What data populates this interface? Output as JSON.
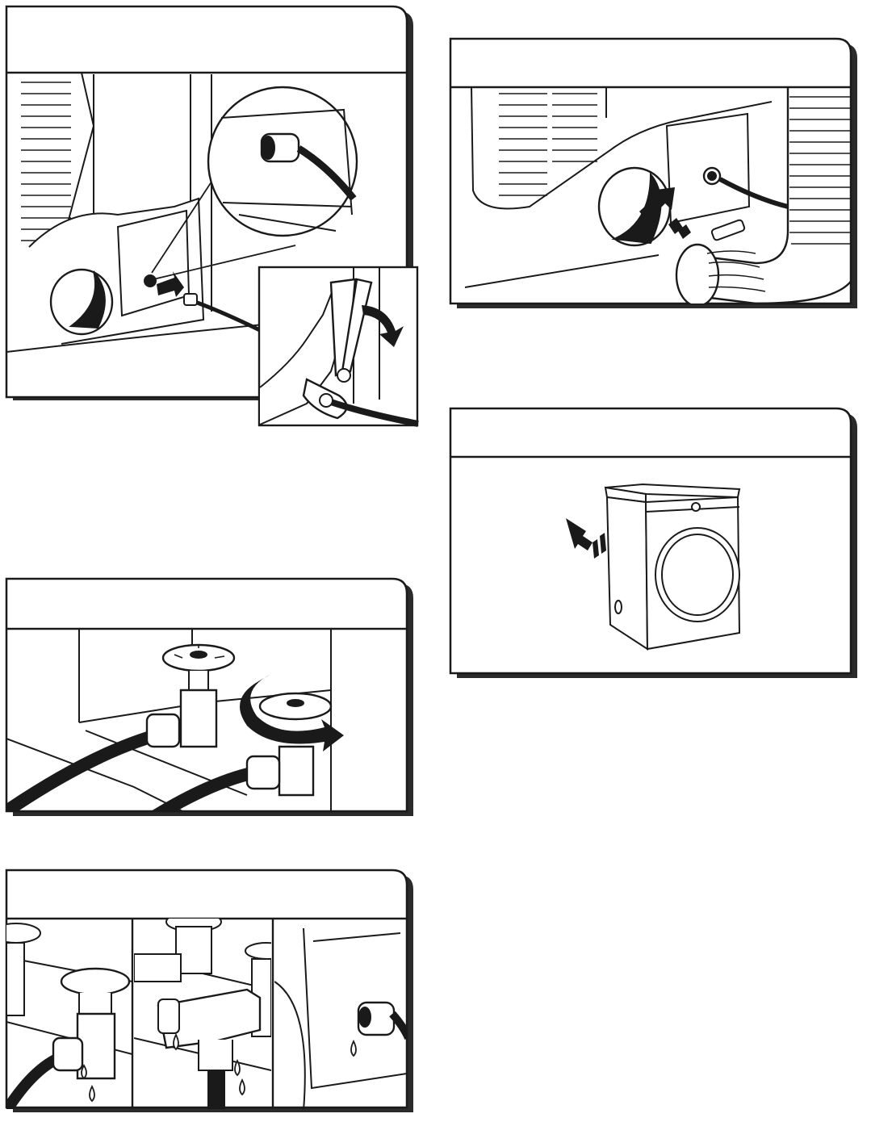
{
  "page": {
    "background": "#ffffff",
    "ink": "#1a1a1a",
    "shadow": "#2b2b2b"
  },
  "steps": [
    {
      "id": "disconnect-water-inlet-hose",
      "header_text": "",
      "illustration": "dryer-back-hose-with-pliers"
    },
    {
      "id": "connect-vent-duct",
      "header_text": "",
      "illustration": "dryer-back-vent-duct"
    },
    {
      "id": "move-dryer-into-position",
      "header_text": "",
      "illustration": "dryer-front-arrow"
    },
    {
      "id": "turn-on-water-valve",
      "header_text": "",
      "illustration": "water-valves-hoses"
    },
    {
      "id": "check-for-leaks",
      "header_text": "",
      "illustration": "three-leak-check-panels"
    }
  ],
  "icons": [
    "push-arrow-icon",
    "rotate-arrow-icon",
    "water-drop-icon",
    "valve-handle-icon",
    "pliers-icon"
  ]
}
